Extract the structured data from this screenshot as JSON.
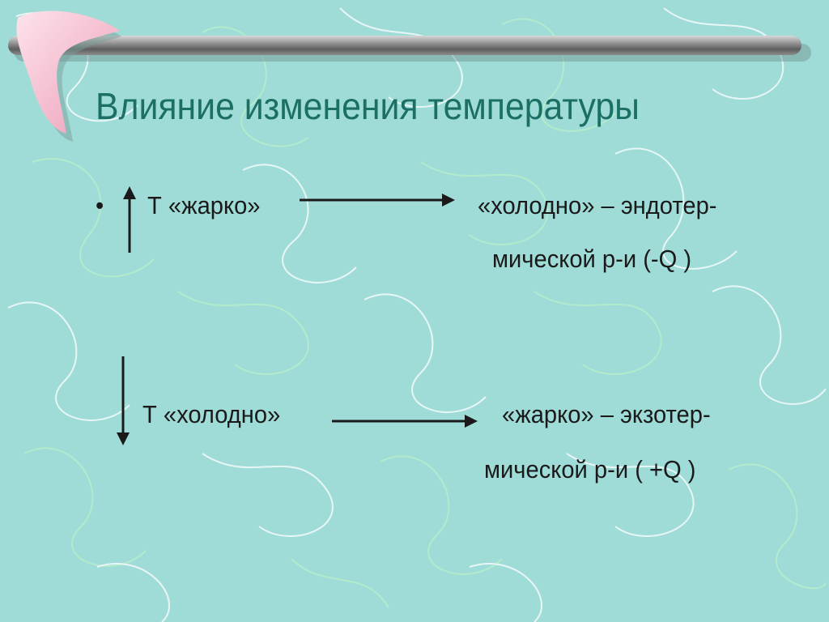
{
  "slide": {
    "title": "Влияние изменения температуры",
    "bullet": "•",
    "row1": {
      "left": "Т «жарко»",
      "right_line1": "«холодно» – эндотер-",
      "right_line2": "мической р-и  (-Q )"
    },
    "row2": {
      "left": "Т «холодно»",
      "right_line1": "«жарко» – экзотер-",
      "right_line2": "мической р-и  ( +Q )"
    }
  },
  "colors": {
    "background": "#9fdcd8",
    "title": "#1b6f64",
    "text": "#1a1a1a",
    "rod": "#8a8a8a",
    "boomerang": "#f4c6d6"
  },
  "icons": {
    "up_arrow": "arrow-up-icon",
    "down_arrow": "arrow-down-icon",
    "right_arrow": "arrow-right-icon"
  }
}
